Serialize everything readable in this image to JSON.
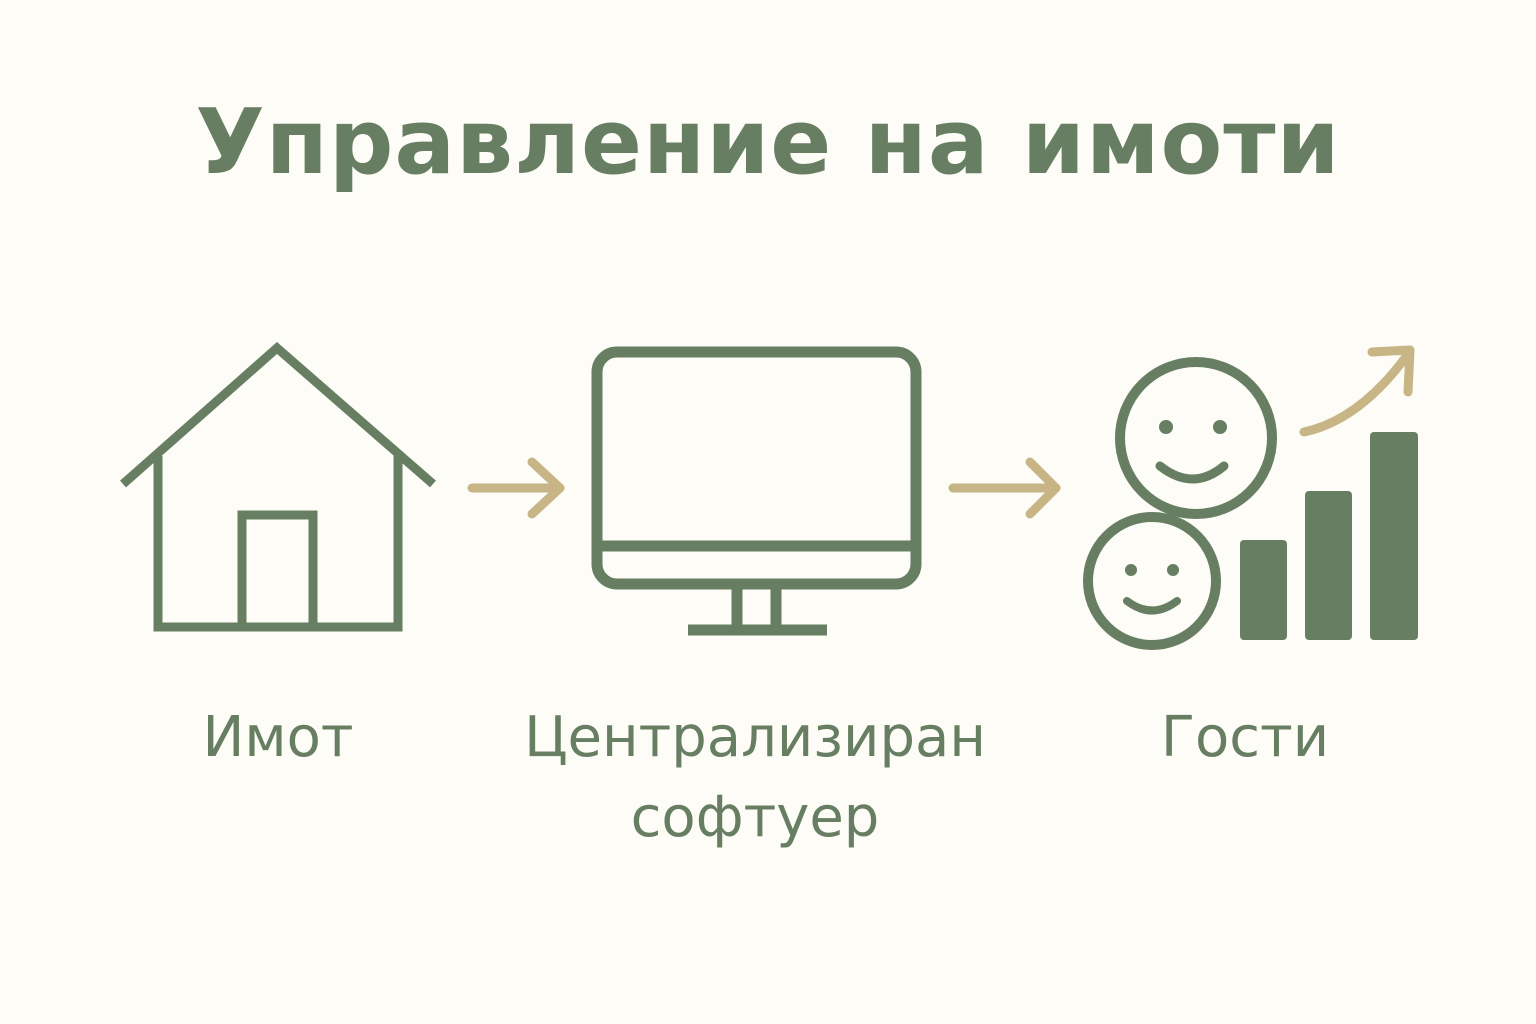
{
  "title": "Управление на имоти",
  "colors": {
    "background": "#fdfcf7",
    "primary_green": "#677e62",
    "arrow_tan": "#c8b585"
  },
  "steps": [
    {
      "label": "Имот",
      "icon": "house-icon"
    },
    {
      "label_line1": "Централизиран",
      "label_line2": "софтуер",
      "icon": "monitor-icon"
    },
    {
      "label": "Гости",
      "icon": "happy-guests-growth-icon"
    }
  ],
  "connectors": [
    "arrow-right-icon",
    "arrow-right-icon"
  ]
}
